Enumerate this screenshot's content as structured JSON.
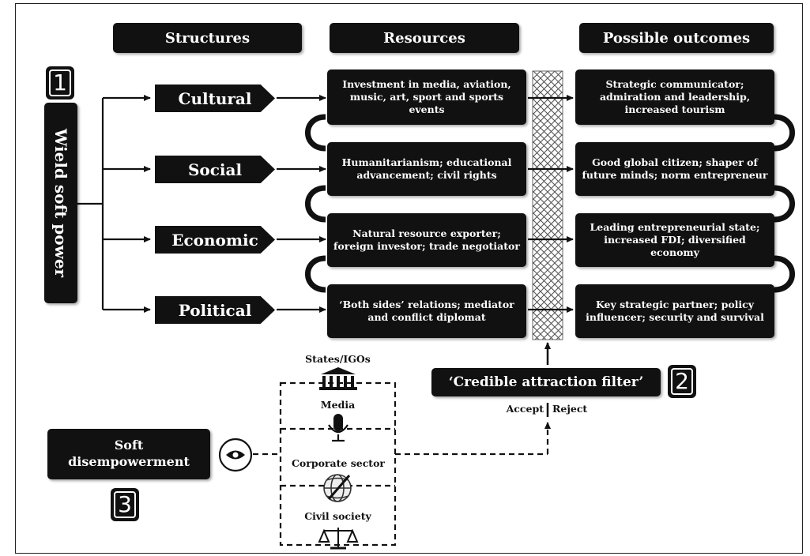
{
  "headers": {
    "structures": "Structures",
    "resources": "Resources",
    "outcomes": "Possible outcomes"
  },
  "badges": {
    "one": "1",
    "two": "2",
    "three": "3"
  },
  "wield": "Wield soft power",
  "rows": [
    {
      "structure": "Cultural",
      "resource": "Investment in media, aviation, music, art, sport and sports events",
      "outcome": "Strategic communicator; admiration and leadership, increased tourism"
    },
    {
      "structure": "Social",
      "resource": "Humanitarianism; educational advancement; civil rights",
      "outcome": "Good global citizen; shaper of future minds; norm entrepreneur"
    },
    {
      "structure": "Economic",
      "resource": "Natural resource exporter; foreign investor; trade negotiator",
      "outcome": "Leading entrepreneurial state; increased FDI; diversified economy"
    },
    {
      "structure": "Political",
      "resource": "‘Both sides’ relations; mediator and conflict diplomat",
      "outcome": "Key strategic partner; policy influencer; security and survival"
    }
  ],
  "filter": {
    "label": "‘Credible attraction filter’",
    "accept": "Accept",
    "reject": "Reject"
  },
  "soft": "Soft disempowerment",
  "actors": [
    "States/IGOs",
    "Media",
    "Corporate sector",
    "Civil society"
  ],
  "icons": [
    "institution-icon",
    "microphone-icon",
    "globe-icon",
    "scales-icon",
    "eye-icon"
  ],
  "colors": {
    "box": "#111111",
    "background": "#ffffff",
    "filter_pattern": "#555555"
  }
}
